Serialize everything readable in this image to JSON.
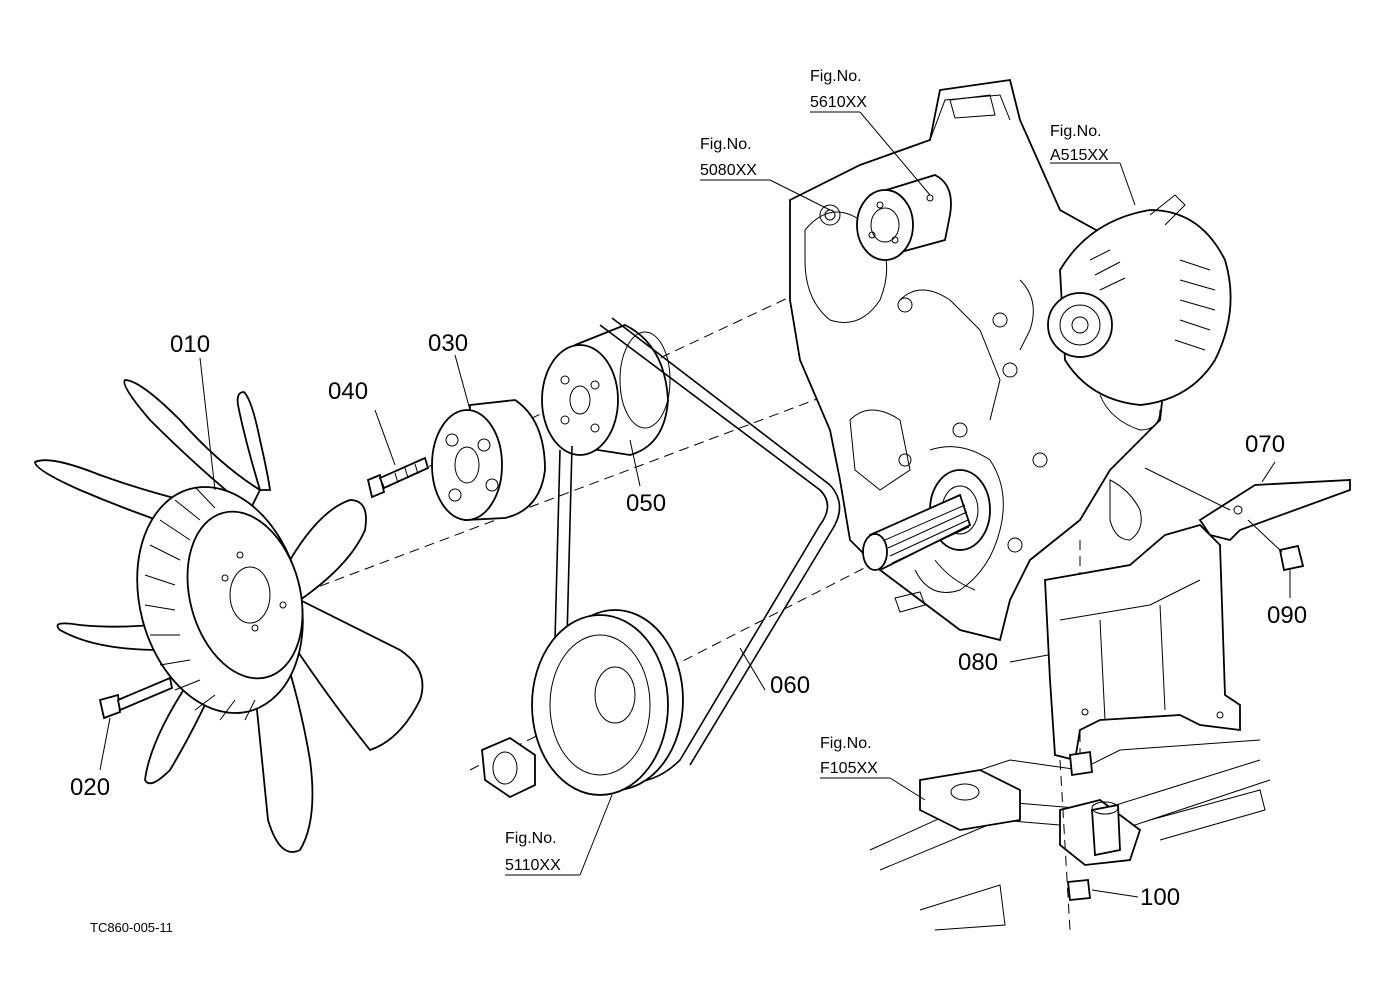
{
  "callouts": {
    "c010": "010",
    "c020": "020",
    "c030": "030",
    "c040": "040",
    "c050": "050",
    "c060": "060",
    "c070": "070",
    "c080": "080",
    "c090": "090",
    "c100": "100"
  },
  "figure_refs": {
    "prefix": "Fig.No.",
    "f5610": "5610XX",
    "f5080": "5080XX",
    "fA515": "A515XX",
    "fF105": "F105XX",
    "f5110": "5110XX"
  },
  "drawing_code": "TC860-005-11"
}
